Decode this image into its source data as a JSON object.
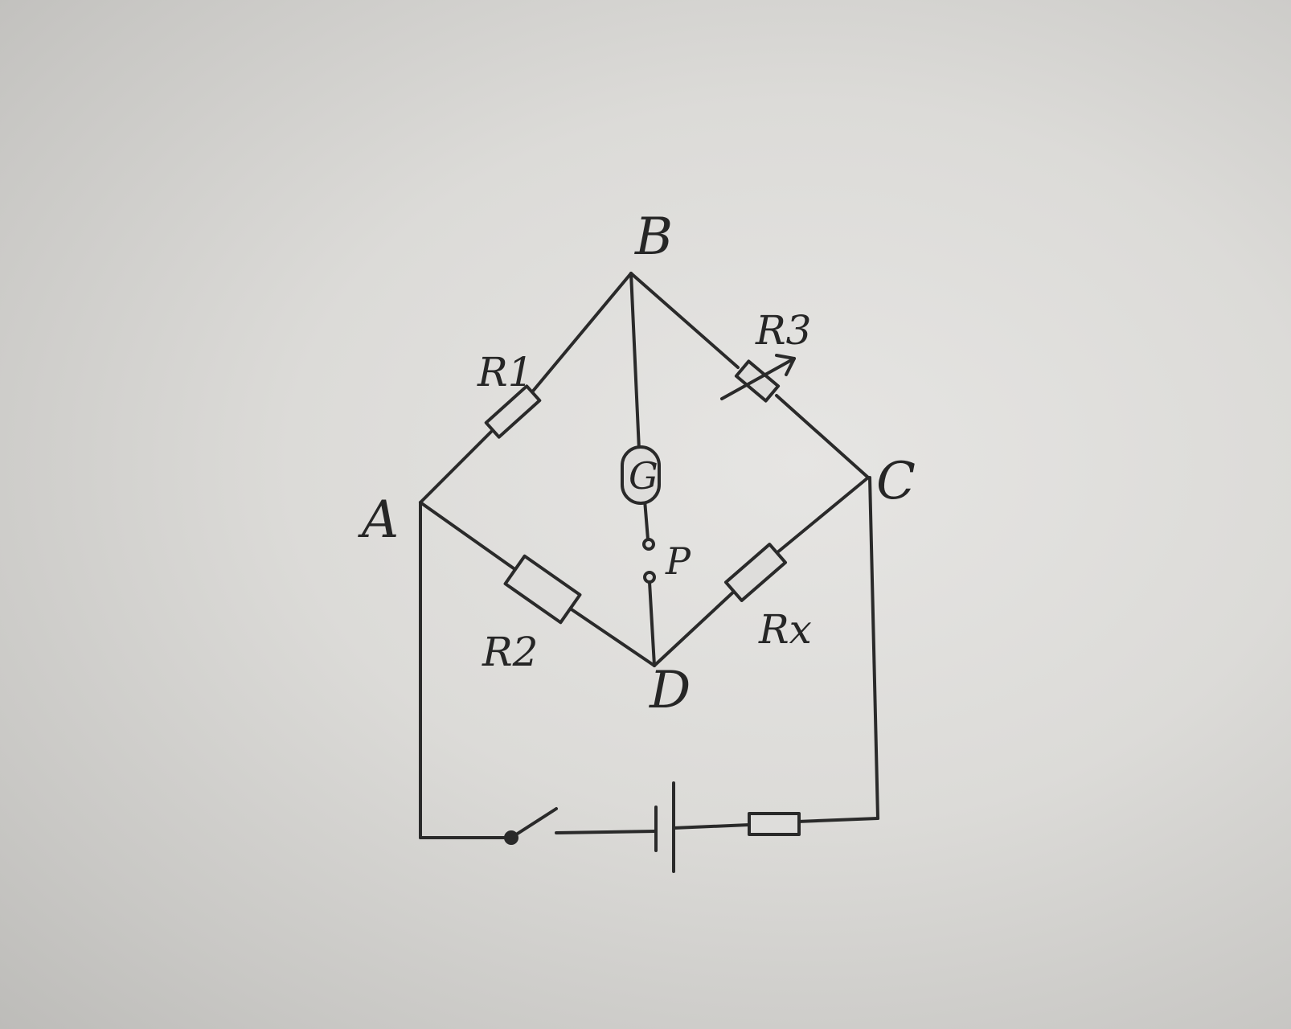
{
  "diagram": {
    "nodes": {
      "A": "A",
      "B": "B",
      "C": "C",
      "D": "D"
    },
    "components": {
      "r1": "R1",
      "r2": "R2",
      "r3": "R3",
      "rx": "Rx",
      "galvanometer": "G",
      "switch_p": "P"
    }
  }
}
